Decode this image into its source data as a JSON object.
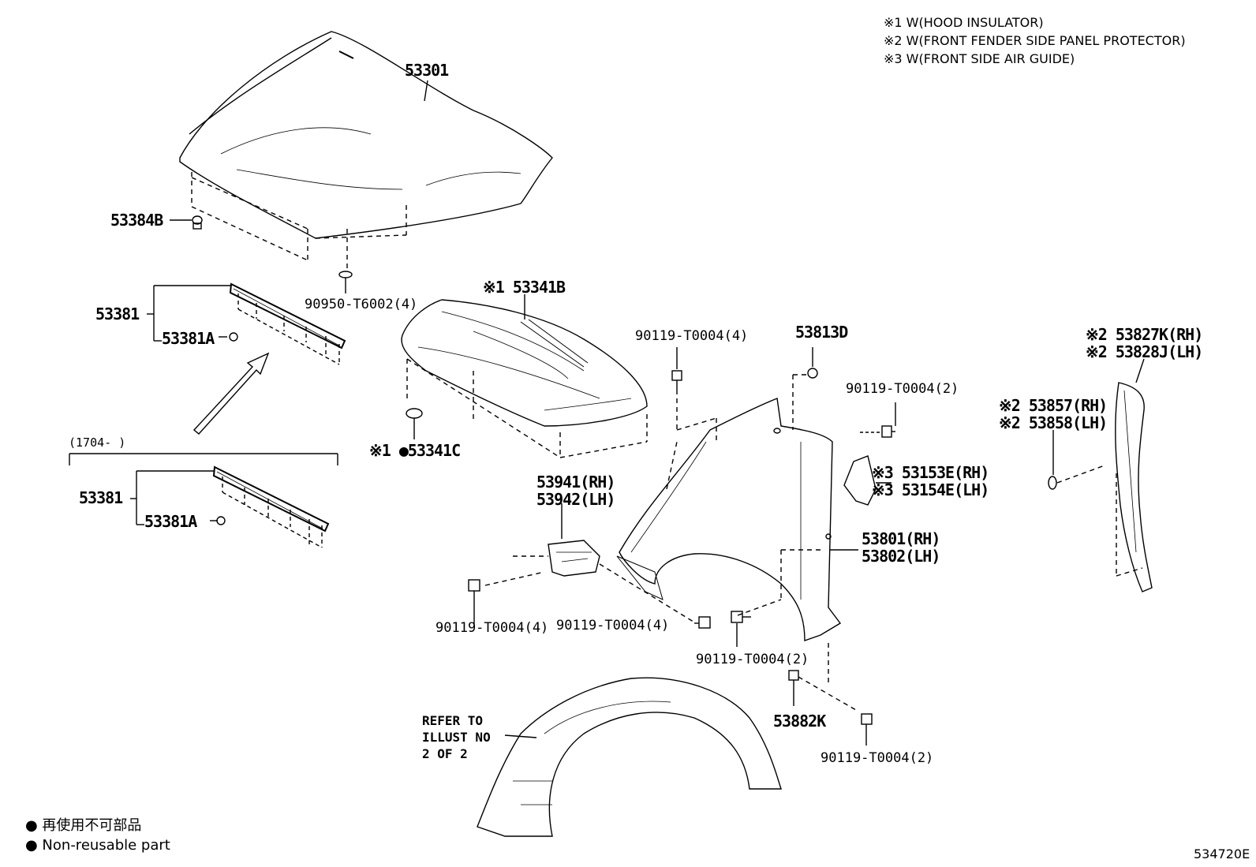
{
  "notes": [
    "※1 W(HOOD INSULATOR)",
    "※2 W(FRONT FENDER SIDE PANEL PROTECTOR)",
    "※3 W(FRONT SIDE AIR GUIDE)"
  ],
  "labels": {
    "p53301": "53301",
    "p53384B": "53384B",
    "p90950": "90950-T6002(4)",
    "p53381_top": "53381",
    "p53381A_top": "53381A",
    "p53341B": "※1 53341B",
    "p53341C": "※1 ●53341C",
    "range": "(1704-      )",
    "p53381_bottom": "53381",
    "p53381A_bottom": "53381A",
    "p90119_upper": "90119-T0004(4)",
    "p53813D": "53813D",
    "p90119_right": "90119-T0004(2)",
    "p53827K": "※2 53827K(RH)",
    "p53828J": "※2 53828J(LH)",
    "p53857": "※2 53857(RH)",
    "p53858": "※2 53858(LH)",
    "p53153E": "※3 53153E(RH)",
    "p53154E": "※3 53154E(LH)",
    "p53941": "53941(RH)",
    "p53942": "53942(LH)",
    "p53801": "53801(RH)",
    "p53802": "53802(LH)",
    "p90119_bl": "90119-T0004(4)",
    "p90119_bm": "90119-T0004(4)",
    "p90119_br": "90119-T0004(2)",
    "p53882K": "53882K",
    "p90119_bottom": "90119-T0004(2)"
  },
  "refer": [
    "REFER TO",
    "ILLUST NO",
    "2 OF 2"
  ],
  "legend": {
    "jp": "● 再使用不可部品",
    "en": "● Non-reusable part"
  },
  "diagram_code": "534720E"
}
